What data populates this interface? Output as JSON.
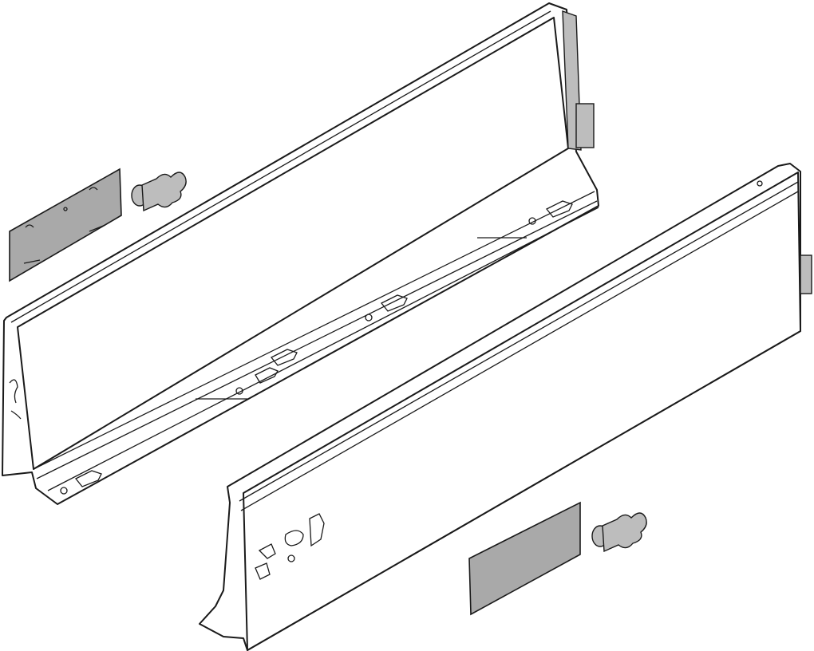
{
  "illustration": {
    "parts": [
      "back-drawer-side",
      "front-drawer-side",
      "cover-plate-left",
      "cover-plate-right",
      "connector-left",
      "connector-right"
    ],
    "colors": {
      "line": "#1a1a1a",
      "plate": "#a9a9a9",
      "background": "#ffffff"
    }
  }
}
